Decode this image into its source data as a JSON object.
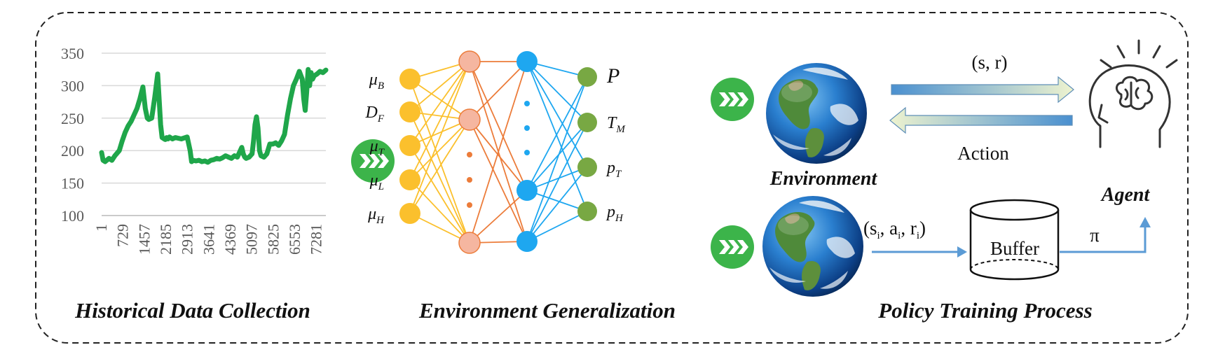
{
  "sections": {
    "historical": "Historical Data Collection",
    "generalization": "Environment Generalization",
    "policy": "Policy Training Process"
  },
  "chart_data": {
    "type": "line",
    "y_ticks": [
      "350",
      "300",
      "250",
      "200",
      "150",
      "100"
    ],
    "x_ticks": [
      "1",
      "729",
      "1457",
      "2185",
      "2913",
      "3641",
      "4369",
      "5097",
      "5825",
      "6553",
      "7281"
    ],
    "ylim": [
      100,
      350
    ],
    "xlim": [
      1,
      7600
    ],
    "grid": true,
    "series": [
      {
        "color": "#1fa64a",
        "x": [
          1,
          50,
          120,
          250,
          350,
          450,
          600,
          700,
          800,
          900,
          1000,
          1100,
          1200,
          1300,
          1400,
          1480,
          1550,
          1600,
          1700,
          1800,
          1900,
          2000,
          2050,
          2120,
          2160,
          2200,
          2250,
          2300,
          2400,
          2500,
          2700,
          2900,
          3000,
          3050,
          3100,
          3200,
          3300,
          3400,
          3500,
          3600,
          3700,
          3800,
          3900,
          4000,
          4100,
          4200,
          4300,
          4400,
          4500,
          4600,
          4700,
          4750,
          4800,
          4850,
          4900,
          5000,
          5100,
          5150,
          5200,
          5250,
          5300,
          5350,
          5400,
          5500,
          5600,
          5700,
          5800,
          5900,
          6000,
          6100,
          6200,
          6300,
          6400,
          6500,
          6600,
          6700,
          6800,
          6850,
          6900,
          6950,
          7000,
          7050,
          7100,
          7150,
          7200,
          7300,
          7400,
          7500,
          7600
        ],
        "values": [
          197,
          185,
          183,
          188,
          185,
          192,
          200,
          215,
          228,
          238,
          245,
          255,
          265,
          280,
          298,
          265,
          250,
          248,
          250,
          282,
          318,
          240,
          220,
          218,
          217,
          220,
          218,
          221,
          218,
          220,
          218,
          221,
          200,
          183,
          185,
          184,
          185,
          183,
          184,
          182,
          185,
          186,
          188,
          187,
          189,
          192,
          190,
          188,
          192,
          190,
          200,
          205,
          195,
          190,
          188,
          190,
          195,
          215,
          240,
          252,
          235,
          200,
          192,
          190,
          195,
          210,
          210,
          212,
          208,
          215,
          225,
          255,
          280,
          300,
          310,
          322,
          310,
          280,
          262,
          290,
          325,
          300,
          320,
          310,
          315,
          318,
          322,
          320,
          324
        ]
      }
    ]
  },
  "network": {
    "inputs": [
      {
        "main": "μ",
        "sub": "B"
      },
      {
        "main": "D",
        "sub": "F"
      },
      {
        "main": "μ",
        "sub": "T"
      },
      {
        "main": "μ",
        "sub": "L"
      },
      {
        "main": "μ",
        "sub": "H"
      }
    ],
    "outputs": [
      {
        "main": "P",
        "sub": ""
      },
      {
        "main": "T",
        "sub": "M"
      },
      {
        "main": "p",
        "sub": "T"
      },
      {
        "main": "p",
        "sub": "H"
      }
    ],
    "colors": {
      "input": "#fbc02d",
      "hidden1": "#f5b6a0",
      "hidden1_edge": "#ec7c3a",
      "hidden2": "#1ea7f0",
      "output": "#78a843",
      "dot_orange": "#ec7c3a",
      "dot_blue": "#1ea7f0"
    }
  },
  "rl": {
    "env_label": "Environment",
    "agent_label": "Agent",
    "state_reward": "(s, r)",
    "action": "Action",
    "transition_parts": [
      "(s",
      "i",
      ", a",
      "i",
      ", r",
      "i",
      ")"
    ],
    "buffer": "Buffer",
    "policy_symbol": "π",
    "arrow_color": "#5b9bd5",
    "arrow_light": "#e7f0c8"
  },
  "icons": {
    "chevron_badge": "triple-chevron-right-icon",
    "globe": "earth-globe-icon",
    "agent": "brain-head-icon"
  }
}
